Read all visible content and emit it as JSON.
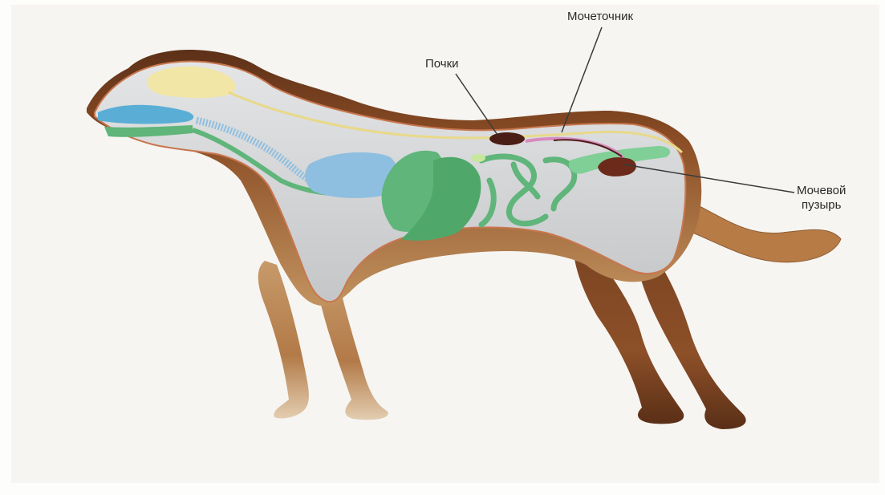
{
  "labels": {
    "ureter": "Мочеточник",
    "kidneys": "Почки",
    "bladder_line1": "Мочевой",
    "bladder_line2": "пузырь"
  },
  "colors": {
    "background": "#f6f5f2",
    "fur_dark": "#6b3a1e",
    "fur_mid": "#9a5a2c",
    "fur_light": "#c89a6a",
    "body_cavity": "#cfd1d3",
    "cavity_outline": "#c8774f",
    "digestive_green": "#5fb57a",
    "digestive_light_green": "#7fcf96",
    "lung_blue": "#8fbfe0",
    "respiratory_blue": "#5aaed6",
    "brain_yellow": "#f1e6a6",
    "kidney_brown": "#4a1e14",
    "bladder_brown": "#6b2a1a",
    "ureter_pink": "#d98ac0",
    "leader_line": "#3a3a3a"
  }
}
